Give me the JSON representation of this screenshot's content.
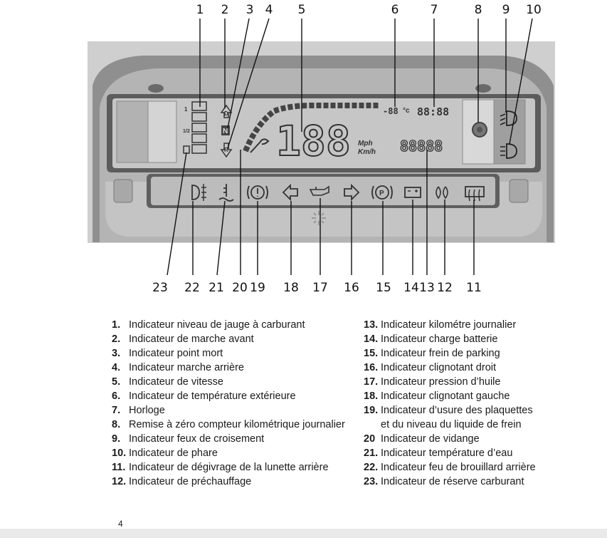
{
  "callouts": [
    "1",
    "2",
    "3",
    "4",
    "5",
    "6",
    "7",
    "8",
    "9",
    "10",
    "23",
    "22",
    "21",
    "20",
    "19",
    "18",
    "17",
    "16",
    "15",
    "14",
    "13",
    "12",
    "11"
  ],
  "display": {
    "bar_left": "1",
    "bar_mid": "1/2",
    "temp": "-88",
    "temp_unit": "°c",
    "clock": "88:88",
    "speed": "188",
    "unit_top": "Mph",
    "unit_bottom": "Km/h",
    "odo": "88888",
    "gear_d": "D",
    "gear_n": "N",
    "gear_r": "R"
  },
  "legend_left": [
    {
      "num": "1.",
      "text": "Indicateur niveau de jauge à carburant"
    },
    {
      "num": "2.",
      "text": "Indicateur de marche avant"
    },
    {
      "num": "3.",
      "text": "Indicateur point mort"
    },
    {
      "num": "4.",
      "text": "Indicateur marche arrière"
    },
    {
      "num": "5.",
      "text": "Indicateur de vitesse"
    },
    {
      "num": "6.",
      "text": "Indicateur de température extérieure"
    },
    {
      "num": "7.",
      "text": "Horloge"
    },
    {
      "num": "8.",
      "text": "Remise à zéro compteur kilométrique journalier"
    },
    {
      "num": "9.",
      "text": "Indicateur feux de croisement"
    },
    {
      "num": "10.",
      "text": "Indicateur de phare"
    },
    {
      "num": "11.",
      "text": "Indicateur de dégivrage de la lunette arrière"
    },
    {
      "num": "12.",
      "text": "Indicateur de préchauffage"
    }
  ],
  "legend_right": [
    {
      "num": "13.",
      "text": "Indicateur kilométre journalier"
    },
    {
      "num": "14.",
      "text": "Indicateur charge batterie"
    },
    {
      "num": "15.",
      "text": "Indicateur frein de parking"
    },
    {
      "num": "16.",
      "text": "Indicateur clignotant droit"
    },
    {
      "num": "17.",
      "text": "Indicateur pression d’huile"
    },
    {
      "num": "18.",
      "text": "Indicateur clignotant gauche"
    },
    {
      "num": "19.",
      "text": "Indicateur d’usure des plaquettes"
    },
    {
      "num": "",
      "text": "et du niveau du liquide de frein"
    },
    {
      "num": "20",
      "text": "Indicateur de vidange"
    },
    {
      "num": "21.",
      "text": "Indicateur température d’eau"
    },
    {
      "num": "22.",
      "text": "Indicateur feu de brouillard arrière"
    },
    {
      "num": "23.",
      "text": "Indicateur de réserve carburant"
    }
  ],
  "page_number": "4",
  "colors": {
    "panel": "#b9b9b9",
    "lcd": "#c9c9c9",
    "bezel": "#6f6f6f",
    "ink": "#333333"
  }
}
